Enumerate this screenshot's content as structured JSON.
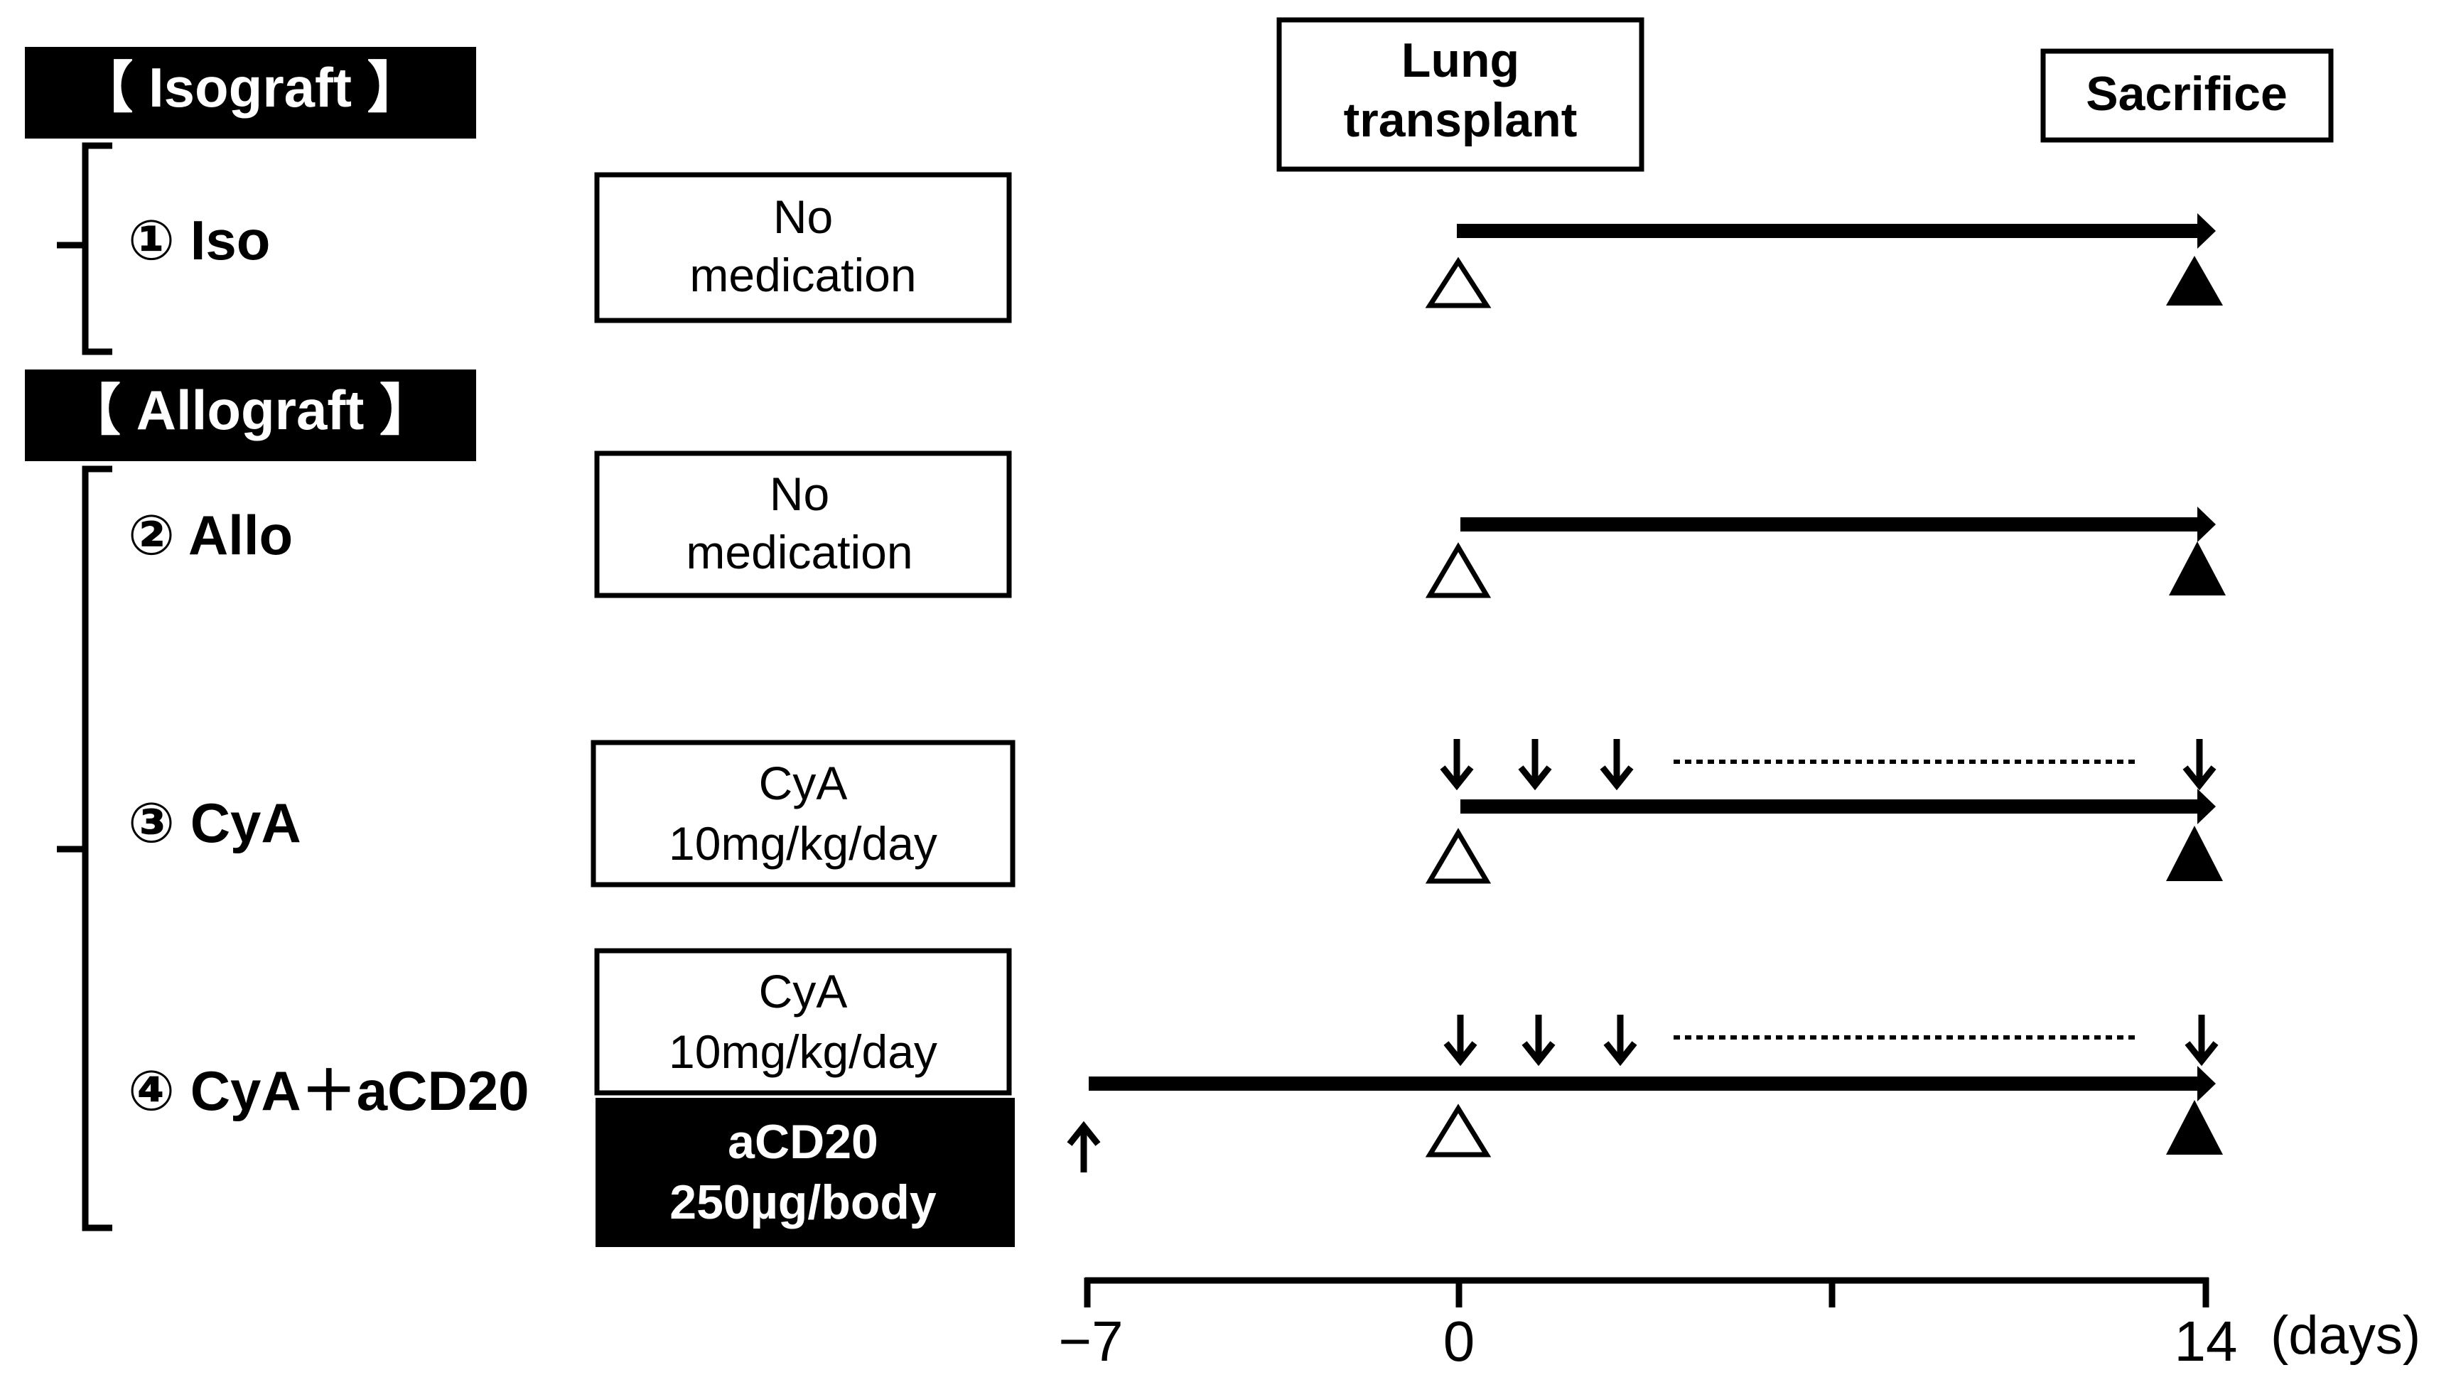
{
  "sections": {
    "isograft": "【 Isograft 】",
    "allograft": "【 Allograft 】"
  },
  "header": {
    "lung_transplant": [
      "Lung",
      "transplant"
    ],
    "sacrifice": "Sacrifice"
  },
  "groups": [
    {
      "label": "① Iso",
      "treatment": [
        "No",
        "medication"
      ]
    },
    {
      "label": "② Allo",
      "treatment": [
        "No",
        "medication"
      ]
    },
    {
      "label": "③ CyA",
      "treatment": [
        "CyA",
        "10mg/kg/day"
      ]
    },
    {
      "label": "④ CyA＋aCD20",
      "treatment": [
        "CyA",
        "10mg/kg/day"
      ],
      "extra_treatment": [
        "aCD20",
        "250µg/body"
      ]
    }
  ],
  "axis": {
    "ticks": [
      "−7",
      "0",
      "14"
    ],
    "unit": "(days)"
  }
}
